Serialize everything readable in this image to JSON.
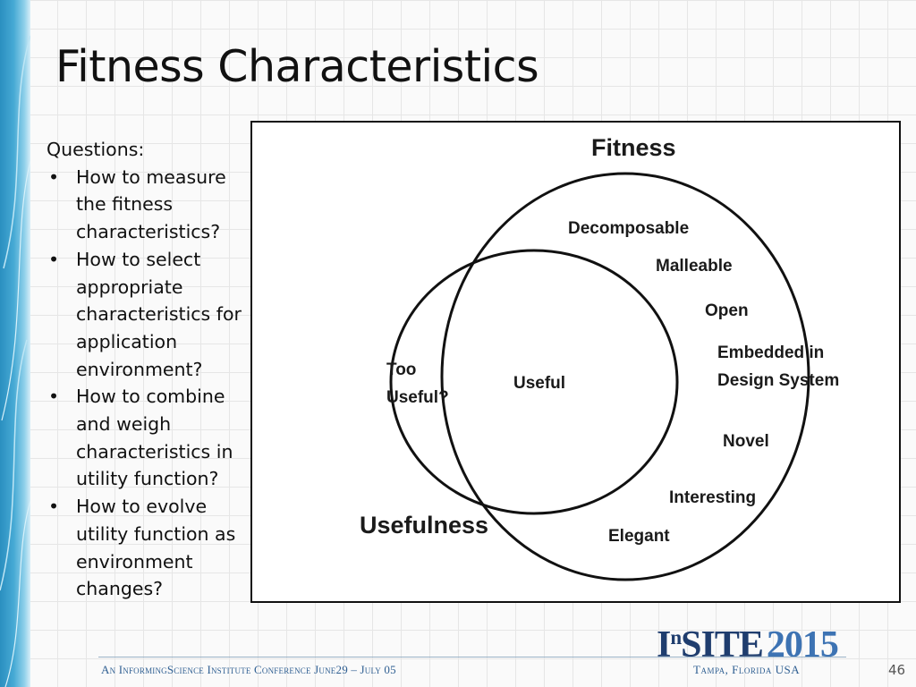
{
  "slide": {
    "title": "Fitness Characteristics",
    "page_number": "46"
  },
  "questions": {
    "heading": "Questions:",
    "items": [
      "How to measure the fitness characteristics?",
      "How to select appropriate characteristics for application environment?",
      "How to combine and weigh characteristics in utility function?",
      "How to evolve utility function as environment changes?"
    ]
  },
  "venn": {
    "fitness_title": "Fitness",
    "usefulness_title": "Usefulness",
    "too_useful_line1": "Too",
    "too_useful_line2": "Useful?",
    "useful": "Useful",
    "decomposable": "Decomposable",
    "malleable": "Malleable",
    "open": "Open",
    "embedded_line1": "Embedded in",
    "embedded_line2": "Design System",
    "novel": "Novel",
    "interesting": "Interesting",
    "elegant": "Elegant"
  },
  "footer": {
    "conference": "An InformingScience Institute Conference June29 – July 05",
    "location": "Tampa, Florida   USA",
    "logo_insite": "I",
    "logo_sup": "n",
    "logo_rest": "SITE",
    "logo_year": "2015"
  },
  "colors": {
    "footer_text": "#2f5f92",
    "logo_dark": "#1f3d6e",
    "logo_year": "#3d73b3",
    "side_band": "#2a8fc0"
  }
}
